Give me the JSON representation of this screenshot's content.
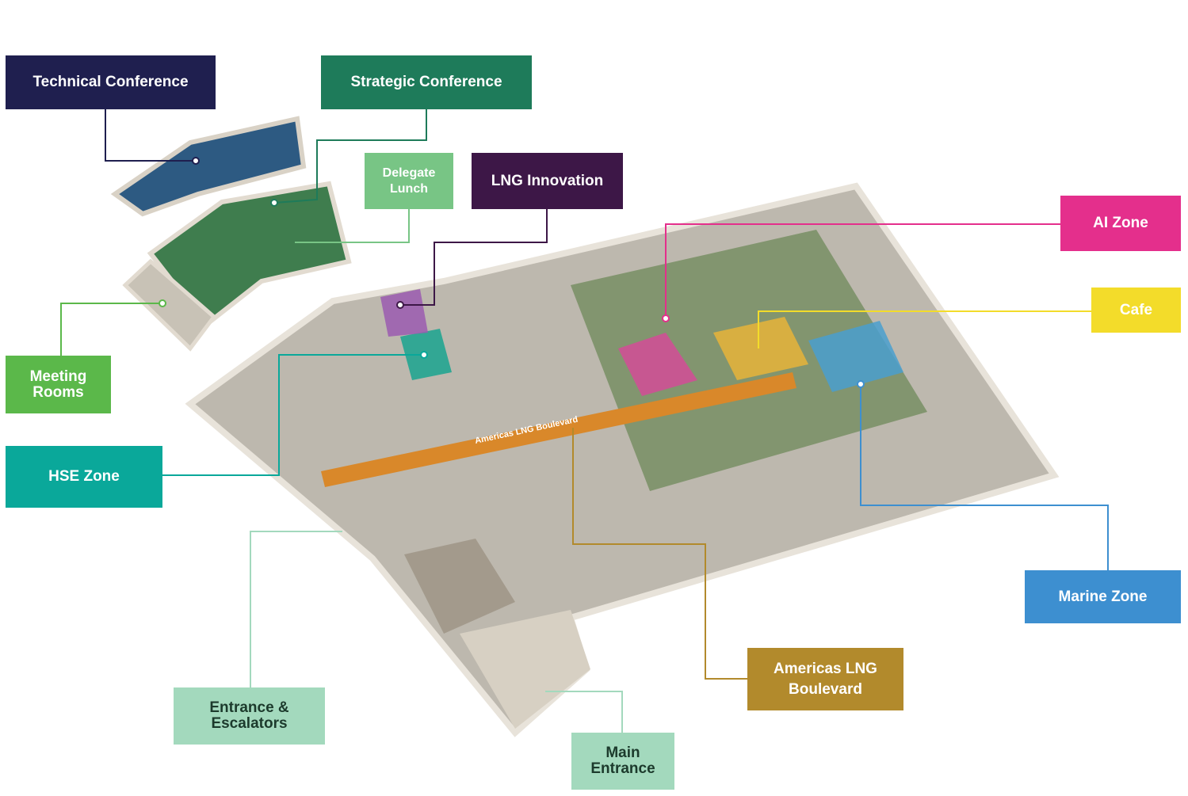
{
  "labels": {
    "technical_conference": {
      "text": "Technical Conference",
      "color": "#1f1f4f"
    },
    "strategic_conference": {
      "text": "Strategic Conference",
      "color": "#1e7b5a"
    },
    "delegate_lunch": {
      "text": "Delegate Lunch",
      "color": "#78c585"
    },
    "lng_innovation": {
      "text": "LNG Innovation",
      "color": "#3d1747"
    },
    "ai_zone": {
      "text": "AI Zone",
      "color": "#e42f8c"
    },
    "cafe": {
      "text": "Cafe",
      "color": "#f3dc2a"
    },
    "meeting_rooms": {
      "text": "Meeting Rooms",
      "color": "#5bb84a"
    },
    "hse_zone": {
      "text": "HSE Zone",
      "color": "#0aa89a"
    },
    "marine_zone": {
      "text": "Marine Zone",
      "color": "#3d8fd0"
    },
    "americas_lng_boulevard": {
      "text": "Americas LNG Boulevard",
      "color": "#b28a2c"
    },
    "entrance_escalators": {
      "text": "Entrance & Escalators",
      "color": "#a3d9bd"
    },
    "main_entrance": {
      "text": "Main Entrance",
      "color": "#a3d9bd"
    }
  },
  "map": {
    "boulevard_sign": "Americas LNG Boulevard"
  }
}
